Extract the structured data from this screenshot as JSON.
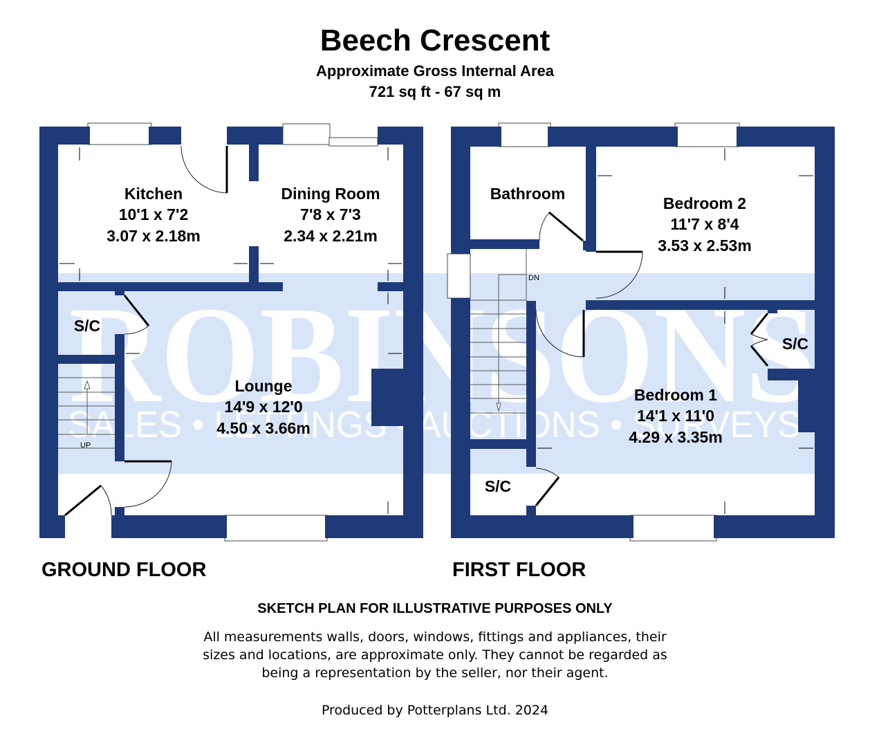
{
  "header": {
    "title": "Beech Crescent",
    "subtitle": "Approximate Gross Internal Area",
    "area": "721 sq ft - 67 sq m"
  },
  "watermark": {
    "brand": "ROBINSONS",
    "tagline": "SALES • LETTINGS • AUCTIONS • SURVEYS"
  },
  "ground_floor": {
    "label": "GROUND FLOOR",
    "rooms": [
      {
        "name": "Kitchen",
        "imperial": "10'1 x 7'2",
        "metric": "3.07 x 2.18m"
      },
      {
        "name": "Dining Room",
        "imperial": "7'8 x 7'3",
        "metric": "2.34 x 2.21m"
      },
      {
        "name": "Lounge",
        "imperial": "14'9 x 12'0",
        "metric": "4.50 x 3.66m"
      },
      {
        "name": "S/C"
      }
    ],
    "stairs_label": "UP"
  },
  "first_floor": {
    "label": "FIRST FLOOR",
    "rooms": [
      {
        "name": "Bathroom"
      },
      {
        "name": "Bedroom 2",
        "imperial": "11'7 x 8'4",
        "metric": "3.53 x 2.53m"
      },
      {
        "name": "Bedroom 1",
        "imperial": "14'1 x 11'0",
        "metric": "4.29 x 3.35m"
      },
      {
        "name": "S/C"
      },
      {
        "name": "S/C"
      }
    ],
    "stairs_label": "DN"
  },
  "footer": {
    "disclaimer_title": "SKETCH PLAN FOR ILLUSTRATIVE PURPOSES ONLY",
    "disclaimer_lines": [
      "All measurements walls, doors, windows, fittings and appliances, their",
      "sizes and locations, are approximate only. They cannot be regarded as",
      "being a representation by the seller, nor their agent."
    ],
    "credit": "Produced by Potterplans Ltd. 2024"
  },
  "colors": {
    "wall": "#1f3a78",
    "watermark_band": "#d8e5f8"
  }
}
